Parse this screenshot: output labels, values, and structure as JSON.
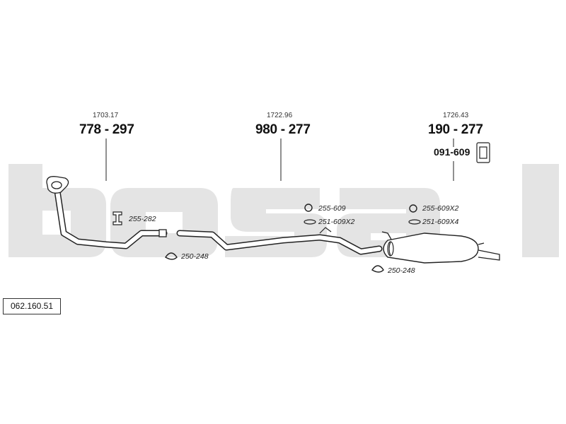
{
  "watermark": {
    "text": "bosal",
    "color": "#e3e3e3"
  },
  "drawing_code": "062.160.51",
  "assemblies": [
    {
      "id": "front",
      "ref": "1703.17",
      "part_number": "778 - 297"
    },
    {
      "id": "middle",
      "ref": "1722.96",
      "part_number": "980 - 277"
    },
    {
      "id": "rear",
      "ref": "1726.43",
      "part_number": "190 - 277"
    }
  ],
  "accessories": [
    {
      "id": "front-bracket",
      "code": "255-282",
      "icon": "rubber-mount-icon"
    },
    {
      "id": "front-clamp",
      "code": "250-248",
      "icon": "clamp-icon"
    },
    {
      "id": "middle-ring",
      "code": "255-609",
      "icon": "rubber-ring-icon"
    },
    {
      "id": "middle-gasket",
      "code": "251-609X2",
      "icon": "gasket-icon"
    },
    {
      "id": "rear-ring",
      "code": "255-609X2",
      "icon": "rubber-ring-icon"
    },
    {
      "id": "rear-gasket",
      "code": "251-609X4",
      "icon": "gasket-icon"
    },
    {
      "id": "rear-clamp",
      "code": "250-248",
      "icon": "clamp-icon"
    },
    {
      "id": "rear-kit",
      "code": "091-609",
      "icon": "mounting-kit-icon"
    }
  ]
}
